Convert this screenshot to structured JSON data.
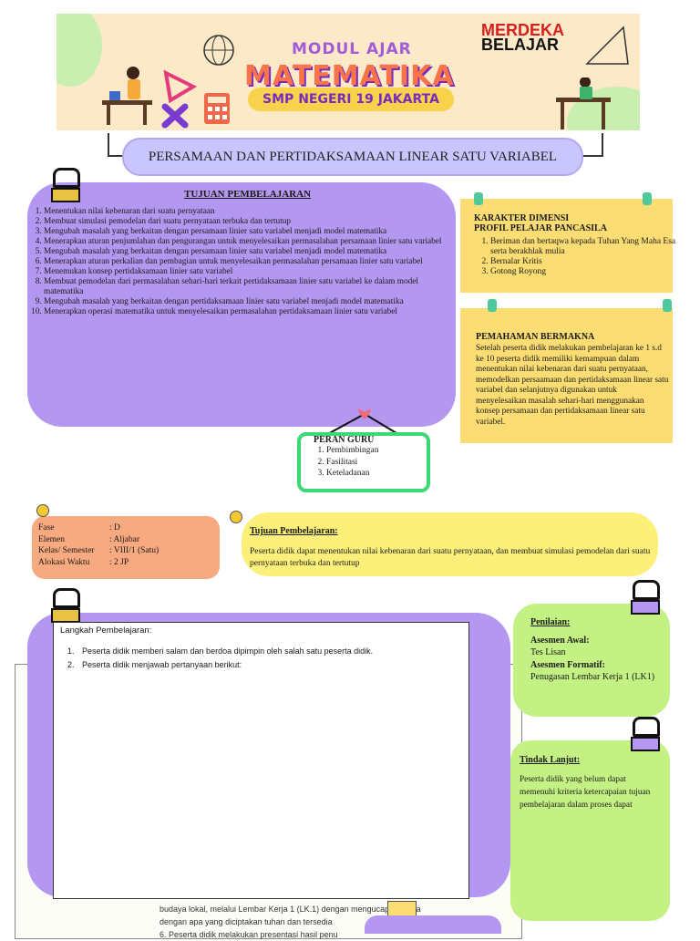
{
  "banner": {
    "modul": "MODUL AJAR",
    "matematika": "MATEMATIKA",
    "school": "SMP NEGERI 19 JAKARTA",
    "merdeka": "MERDEKA",
    "belajar": "BELAJAR"
  },
  "title": "PERSAMAAN DAN PERTIDAKSAMAAN LINEAR SATU VARIABEL",
  "tujuan": {
    "heading": "TUJUAN PEMBELAJARAN",
    "items": [
      "Menentukan nilai kebenaran dari suatu pernyataan",
      "Membuat simulasi pemodelan dari suatu pernyataan terbuka dan tertutup",
      "Mengubah masalah yang berkaitan dengan persamaan linier satu variabel menjadi model matematika",
      "Menerapkan aturan penjumlahan dan pengurangan untuk menyelesaikan permasalahan persamaan linier satu variabel",
      "Mengubah masalah yang berkaitan dengan persamaan linier satu variabel menjadi model matematika",
      "Menerapkan aturan perkalian dan pembagian untuk menyelesaikan permasalahan persamaan linier satu variabel",
      "Menemukan konsep pertidaksamaan linier satu variabel",
      "Membuat pemodelan dari permasalahan sehari-hari terkait pertidaksamaan linier satu variabel ke dalam model matematika",
      "Mengubah masalah yang berkaitan dengan pertidaksamaan linier satu variabel menjadi model matematika",
      "Menerapkan operasi matematika untuk menyelesaikan permasalahan pertidaksamaan linier satu variabel"
    ]
  },
  "karakter": {
    "title_line1": "KARAKTER DIMENSI",
    "title_line2": "PROFIL PELAJAR PANCASILA",
    "items": [
      "Beriman dan bertaqwa kepada Tuhan Yang Maha Esa serta berakhlak mulia",
      "Bernalar Kritis",
      "Gotong Royong"
    ]
  },
  "pemahaman": {
    "title": "PEMAHAMAN BERMAKNA",
    "text": "Setelah peserta didik melakukan pembelajaran ke 1 s.d ke 10 peserta didik memiliki kemampuan dalam menentukan nilai kebenaran dari suatu pernyataan, memodelkan persaamaan dan pertidaksamaan linear satu variabel dan selanjutnya digunakan untuk menyelesaikan masalah sehari-hari menggunakan konsep persamaan dan pertidaksamaan linear satu variabel."
  },
  "peran_guru": {
    "title": "PERAN GURU",
    "items": [
      "Pembimbingan",
      "Fasilitasi",
      "Keteladanan"
    ]
  },
  "info": {
    "fase_label": "Fase",
    "fase_value": ": D",
    "elemen_label": "Elemen",
    "elemen_value": ": Aljabar",
    "kelas_label": "Kelas/ Semester",
    "kelas_value": ": VIII/1 (Satu)",
    "alokasi_label": "Alokasi Waktu",
    "alokasi_value": ": 2 JP"
  },
  "tujuan2": {
    "title": "Tujuan Pembelajaran:",
    "text": "Peserta didik dapat menentukan nilai kebenaran dari suatu pernyataan, dan membuat simulasi pemodelan dari suatu pernyataan terbuka dan tertutup"
  },
  "langkah": {
    "title": "Langkah Pembelajaran:",
    "items": [
      "Peserta didik memberi salam dan berdoa dipimpin oleh salah satu peserta didik.",
      "Peserta didik menjawab pertanyaan berikut:"
    ]
  },
  "penilaian": {
    "title": "Penilaian:",
    "awal_label": "Asesmen Awal:",
    "awal_value": "Tes Lisan",
    "formatif_label": "Asesmen Formatif:",
    "formatif_value": "Penugasan Lembar Kerja 1 (LK1)"
  },
  "tindak_lanjut": {
    "title": "Tindak Lanjut:",
    "text": "Peserta didik yang belum dapat memenuhi kriteria ketercapaian tujuan pembelajaran dalam proses dapat"
  },
  "peek": {
    "line1": "budaya lokal, melalui Lembar Kerja 1 (LK.1)  dengan mengucapkan rasa",
    "line2": "dengan apa yang diciptakan tuhan dan tersedia",
    "line3": "6.   Peserta didik melakukan presentasi hasil penu"
  },
  "colors": {
    "purple": "#b497f0",
    "yellow": "#fbdd73",
    "green": "#c4f183",
    "orange": "#f7a97f",
    "peach": "#fce9c8"
  }
}
